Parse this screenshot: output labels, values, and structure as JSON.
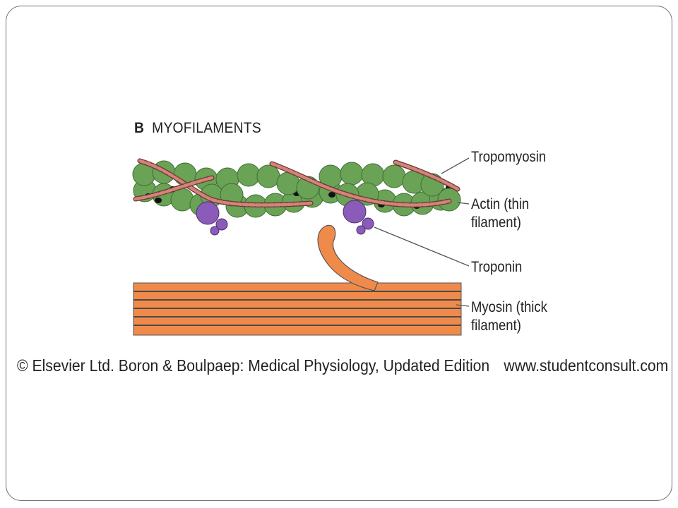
{
  "figure": {
    "panel_letter": "B",
    "title": "MYOFILAMENTS",
    "labels": {
      "tropomyosin": "Tropomyosin",
      "actin_line1": "Actin (thin",
      "actin_line2": "filament)",
      "troponin": "Troponin",
      "myosin_line1": "Myosin (thick",
      "myosin_line2": "filament)"
    }
  },
  "credit": {
    "text": "© Elsevier Ltd. Boron & Boulpaep: Medical Physiology, Updated Edition",
    "url": "www.studentconsult.com"
  },
  "colors": {
    "actin": "#6aa256",
    "actin_dark": "#3f6e34",
    "tropomyosin": "#d4837a",
    "troponin": "#8a5bb8",
    "myosin": "#f08a4b",
    "leader": "#555555"
  }
}
